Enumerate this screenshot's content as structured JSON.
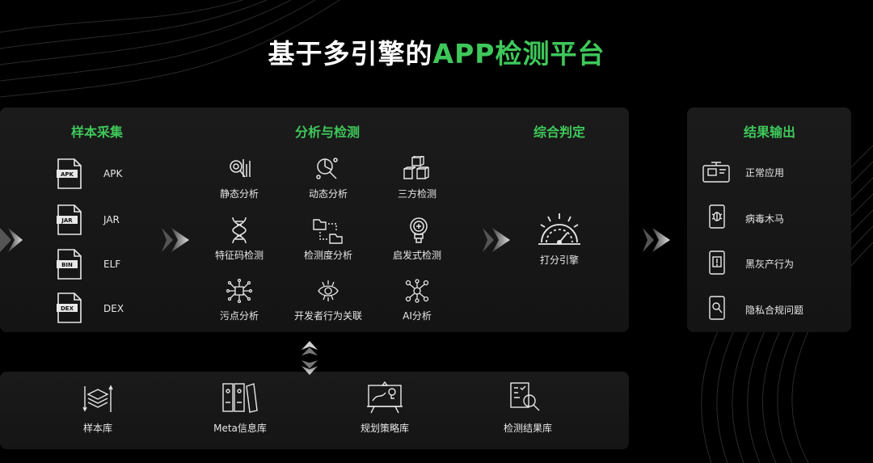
{
  "title": {
    "prefix": "基于多引擎的",
    "accent": "APP检测平台"
  },
  "sections": {
    "collect": "样本采集",
    "analysis": "分析与检测",
    "judge": "综合判定",
    "output": "结果输出"
  },
  "files": [
    {
      "tag": "APK",
      "label": "APK"
    },
    {
      "tag": "JAR",
      "label": "JAR"
    },
    {
      "tag": "BIN",
      "label": "ELF"
    },
    {
      "tag": "DEX",
      "label": "DEX"
    }
  ],
  "analysis_items": [
    "静态分析",
    "动态分析",
    "三方检测",
    "特征码检测",
    "检测度分析",
    "启发式检测",
    "污点分析",
    "开发者行为关联",
    "AI分析"
  ],
  "engine": "打分引擎",
  "outputs": [
    "正常应用",
    "病毒木马",
    "黑灰产行为",
    "隐私合规问题"
  ],
  "databases": [
    "样本库",
    "Meta信息库",
    "规划策略库",
    "检测结果库"
  ],
  "colors": {
    "accent": "#3ec85a",
    "background": "#000000",
    "panel": "#1a1a1a"
  }
}
